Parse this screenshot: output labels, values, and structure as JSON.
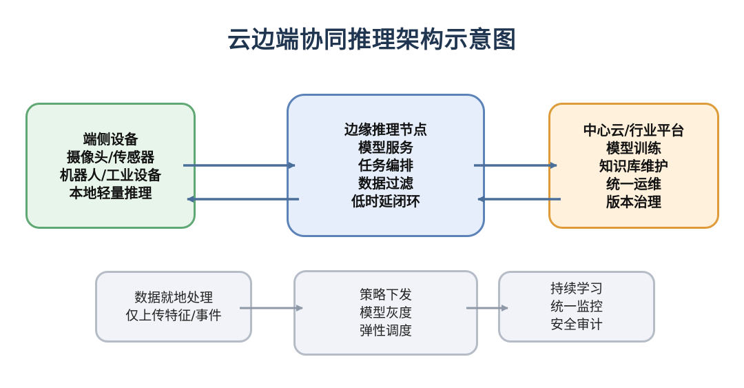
{
  "title": "云边端协同推理架构示意图",
  "device_box": {
    "lines": [
      "端侧设备",
      "摄像头/传感器",
      "机器人/工业设备",
      "本地轻量推理"
    ]
  },
  "edge_box": {
    "lines": [
      "边缘推理节点",
      "模型服务",
      "任务编排",
      "数据过滤",
      "低时延闭环"
    ]
  },
  "cloud_box": {
    "lines": [
      "中心云/行业平台",
      "模型训练",
      "知识库维护",
      "统一运维",
      "版本治理"
    ]
  },
  "local_box": {
    "lines": [
      "数据就地处理",
      "仅上传特征/事件"
    ]
  },
  "strategy_box": {
    "lines": [
      "策略下发",
      "模型灰度",
      "弹性调度"
    ]
  },
  "ops_box": {
    "lines": [
      "持续学习",
      "统一监控",
      "安全审计"
    ]
  },
  "colors": {
    "title": "#1f3550",
    "primary_arrow": "#4a6f9a",
    "secondary_arrow": "#8e98a6",
    "device_fill": "#e8f5ea",
    "device_border": "#5fa873",
    "edge_fill": "#e6eefb",
    "edge_border": "#5b83b8",
    "cloud_fill": "#fff1dc",
    "cloud_border": "#dd9b3a",
    "gray_fill": "#f1f3f8",
    "gray_border": "#b6bcc6"
  }
}
